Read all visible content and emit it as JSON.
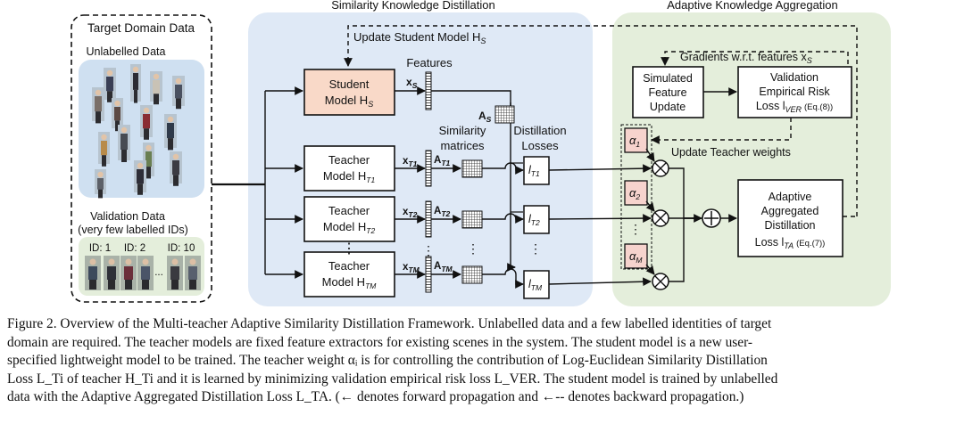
{
  "sections": {
    "target_domain": "Target Domain Data",
    "similarity": "Similarity Knowledge Distillation",
    "adaptive": "Adaptive Knowledge Aggregation"
  },
  "target_domain": {
    "unlabelled": "Unlabelled Data",
    "validation_line1": "Validation Data",
    "validation_line2": "(very few labelled IDs)",
    "ids": [
      "ID: 1",
      "ID: 2",
      "...",
      "ID: 10"
    ]
  },
  "student": {
    "update_label": "Update Student Model H",
    "update_sub": "S",
    "line1": "Student",
    "line2": "Model H",
    "sub": "S",
    "features_label": "Features",
    "feature": "x",
    "feature_sub": "S",
    "matrix": "A",
    "matrix_sub": "S"
  },
  "teachers": [
    {
      "line1": "Teacher",
      "line2": "Model H",
      "sub": "T1",
      "feature": "x",
      "feature_sub": "T1",
      "matrix": "A",
      "matrix_sub": "T1",
      "loss": "l",
      "loss_sub": "T1",
      "alpha": "α",
      "alpha_sub": "1"
    },
    {
      "line1": "Teacher",
      "line2": "Model H",
      "sub": "T2",
      "feature": "x",
      "feature_sub": "T2",
      "matrix": "A",
      "matrix_sub": "T2",
      "loss": "l",
      "loss_sub": "T2",
      "alpha": "α",
      "alpha_sub": "2"
    },
    {
      "line1": "Teacher",
      "line2": "Model H",
      "sub": "TM",
      "feature": "x",
      "feature_sub": "TM",
      "matrix": "A",
      "matrix_sub": "TM",
      "loss": "l",
      "loss_sub": "TM",
      "alpha": "α",
      "alpha_sub": "M"
    }
  ],
  "labels": {
    "similarity_matrices_1": "Similarity",
    "similarity_matrices_2": "matrices",
    "distillation_losses_1": "Distillation",
    "distillation_losses_2": "Losses",
    "vdots": "⋮",
    "gradients": "Gradients w.r.t. features x",
    "gradients_sub": "S",
    "update_teacher_weights": "Update Teacher weights"
  },
  "simulated": {
    "line1": "Simulated",
    "line2": "Feature",
    "line3": "Update"
  },
  "validation_loss": {
    "line1": "Validation",
    "line2": "Empirical Risk",
    "line3": "Loss l",
    "line3_sub": "VER",
    "eq": "(Eq.(8))"
  },
  "adaptive_loss": {
    "line1": "Adaptive",
    "line2": "Aggregated",
    "line3": "Distillation",
    "line4": "Loss l",
    "line4_sub": "TA",
    "eq": "(Eq.(7))"
  },
  "caption": [
    "Figure 2. Overview of the Multi-teacher Adaptive Similarity Distillation Framework. Unlabelled data and a few labelled identities of target",
    "domain are required. The teacher models are fixed feature extractors for existing scenes in the system. The student model is a new user-",
    "specified lightweight model to be trained. The teacher weight αᵢ is for controlling the contribution of Log-Euclidean Similarity Distillation",
    "Loss L_Ti of teacher H_Ti and it is learned by minimizing validation empirical risk loss L_VER. The student model is trained by unlabelled",
    "data with the Adaptive Aggregated Distillation Loss L_TA. (← denotes forward propagation and ←-- denotes backward propagation.)"
  ],
  "colors": {
    "blue_panel": "#dfe9f6",
    "green_panel": "#e4eedb",
    "student_fill": "#f9d9c8",
    "alpha_fill": "#f6d3cd",
    "image_panel": "#cfe0f1",
    "validation_panel": "#e4eedb"
  }
}
